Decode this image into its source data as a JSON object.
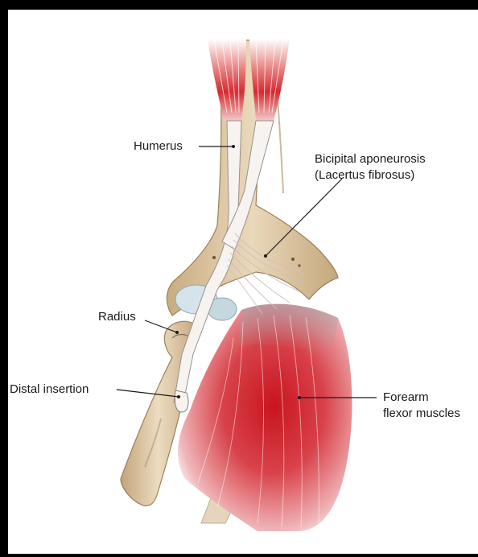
{
  "figure": {
    "labels": {
      "humerus": "Humerus",
      "aponeurosis_line1": "Bicipital aponeurosis",
      "aponeurosis_line2": "(Lacertus fibrosus)",
      "radius": "Radius",
      "distal_insertion": "Distal insertion",
      "forearm_line1": "Forearm",
      "forearm_line2": "flexor muscles"
    },
    "colors": {
      "background_frame": "#000000",
      "panel": "#ffffff",
      "bone": "#e0c9a6",
      "bone_shadow": "#b79c74",
      "muscle": "#d0202a",
      "muscle_light": "#f2b9b9",
      "tendon": "#f4f1ee",
      "cartilage": "#cfe0e6"
    }
  }
}
